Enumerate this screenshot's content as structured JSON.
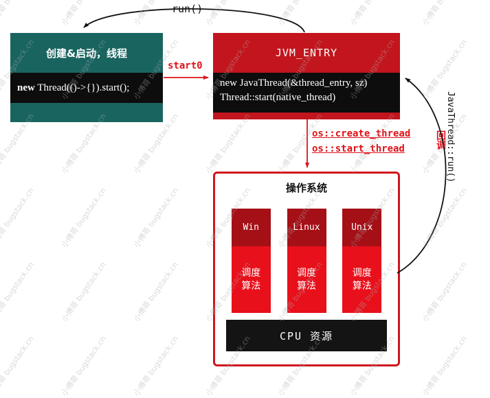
{
  "watermark": {
    "text": "小傅哥 bugstack.cn"
  },
  "thread_box": {
    "title": "创建&启动，线程",
    "code_keyword": "new",
    "code_rest": " Thread(()->{}).start();"
  },
  "jvm_box": {
    "title": "JVM_ENTRY",
    "code_lines": [
      "new JavaThread(&thread_entry, sz)",
      "Thread::start(native_thread)"
    ]
  },
  "labels": {
    "run_callback": "run()",
    "start0": "start0",
    "os_create_thread": "os::create_thread",
    "os_start_thread": "os::start_thread",
    "callback_cn": "回调",
    "callback_method": "JavaThread::run()"
  },
  "os_box": {
    "title": "操作系统",
    "columns": [
      {
        "name": "Win",
        "line1": "调度",
        "line2": "算法"
      },
      {
        "name": "Linux",
        "line1": "调度",
        "line2": "算法"
      },
      {
        "name": "Unix",
        "line1": "调度",
        "line2": "算法"
      }
    ],
    "cpu_label": "CPU 资源"
  },
  "colors": {
    "teal": "#1a6460",
    "red": "#c3151d",
    "dark_red": "#a50f16",
    "bright_red": "#e8101b",
    "arrow_red": "#e01118",
    "border_red": "#cf151c",
    "black": "#0d0d0d"
  }
}
